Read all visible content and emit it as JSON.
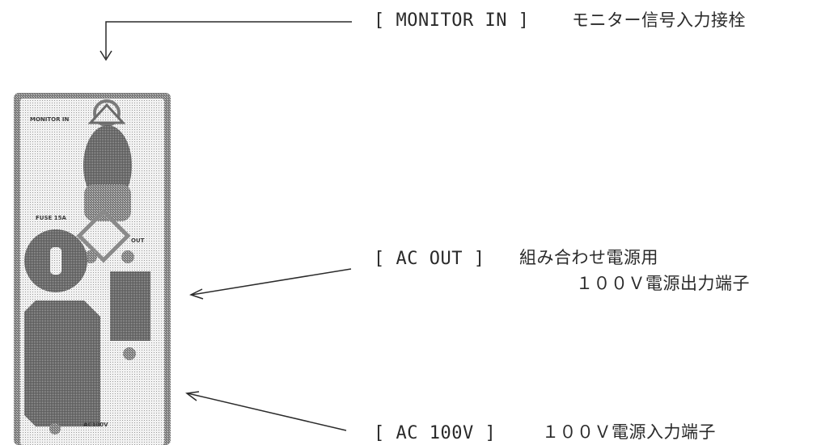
{
  "colors": {
    "ink": "#2a2a2a",
    "panel_fill": "#6a6a6a",
    "panel_light": "#e8e8e8",
    "dither": "#8a8a8a"
  },
  "callouts": {
    "monitor_in": {
      "tag": "[ MONITOR IN ]",
      "desc": "モニター信号入力接栓"
    },
    "ac_out": {
      "tag": "[ AC OUT ]",
      "desc_line1": "組み合わせ電源用",
      "desc_line2": "１００Ｖ電源出力端子"
    },
    "ac_100v": {
      "tag": "[ AC 100V ]",
      "desc": "１００Ｖ電源入力端子"
    }
  },
  "panel": {
    "monitor_in_label": "MONITOR IN",
    "fuse_label": "FUSE 15A",
    "out_label": "OUT",
    "ac_label": "AC100V"
  }
}
